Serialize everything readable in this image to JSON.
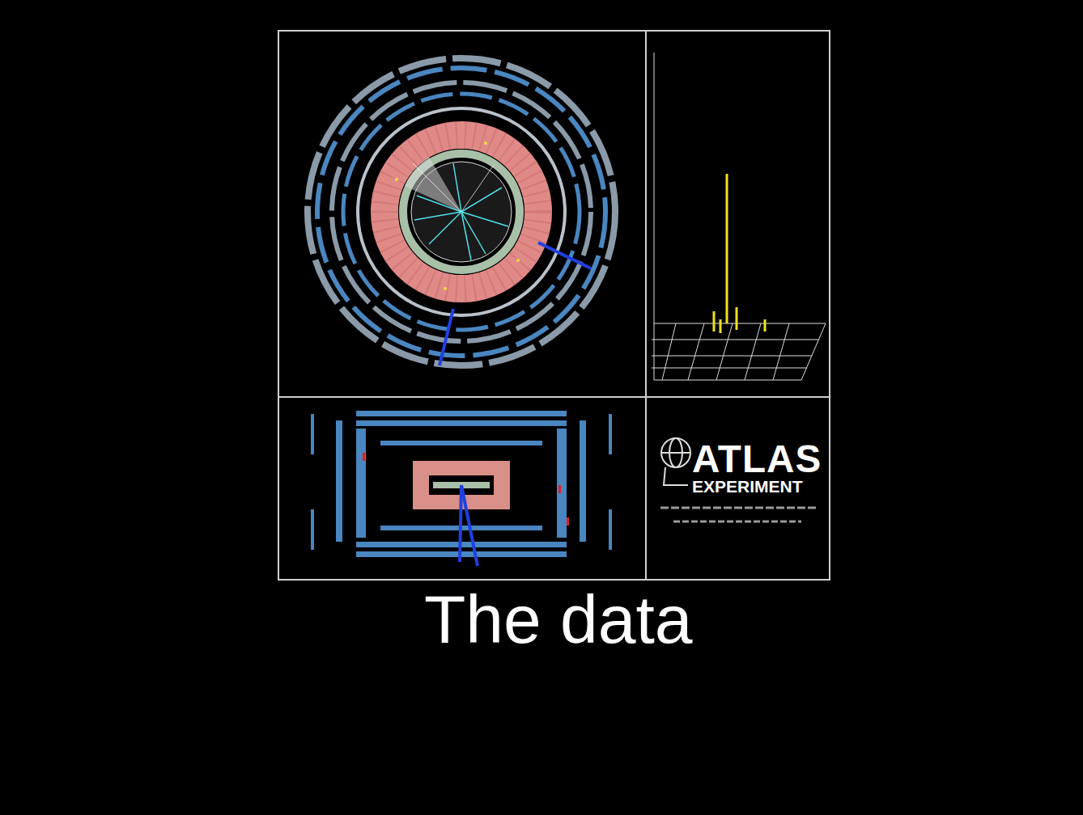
{
  "diagram": {
    "caption": "The data",
    "labels": [
      "ATLAS",
      "EXPERIMENT"
    ]
  }
}
